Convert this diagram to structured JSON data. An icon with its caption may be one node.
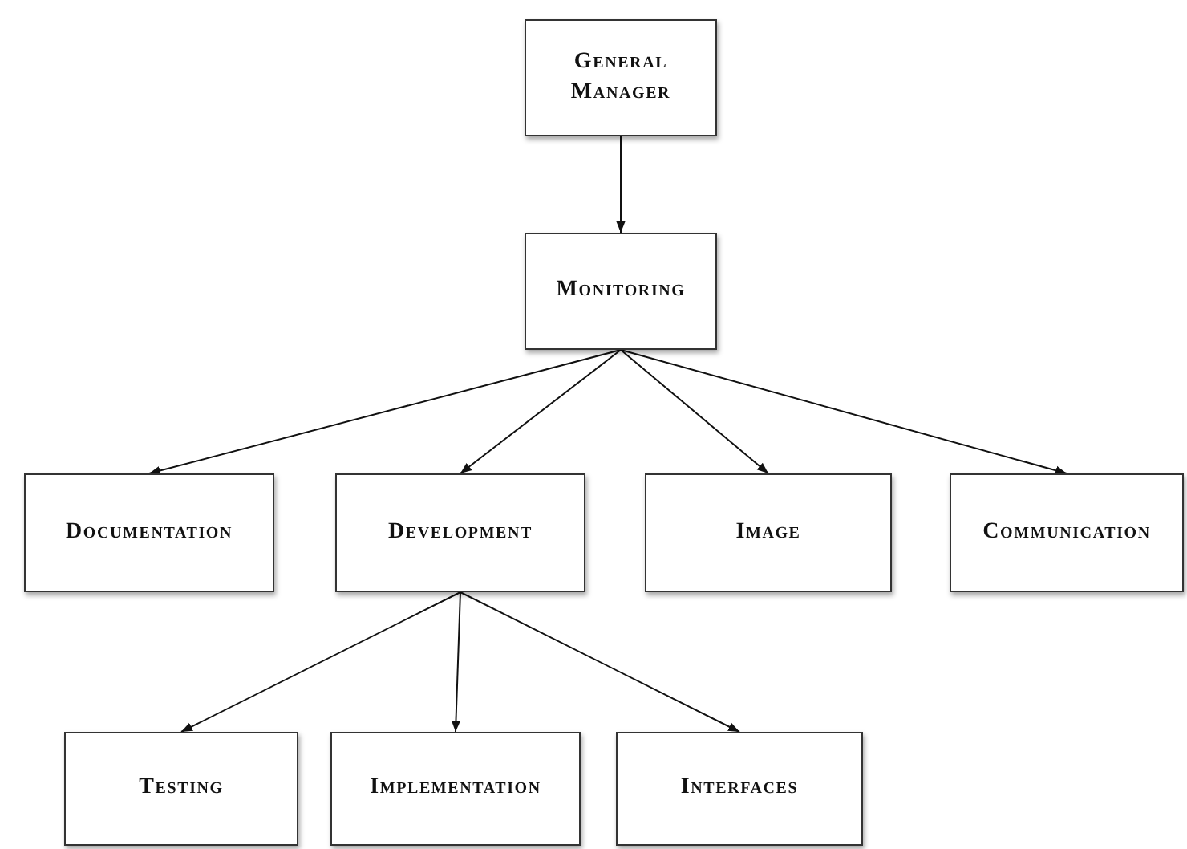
{
  "diagram": {
    "nodes": [
      {
        "text": [
          "General Manager"
        ]
      },
      {
        "text": [
          "Monitoring"
        ]
      },
      {
        "text": [
          "Documentation"
        ]
      },
      {
        "text": [
          "Development"
        ]
      },
      {
        "text": [
          "Image"
        ]
      },
      {
        "text": [
          "Communication"
        ]
      },
      {
        "text": [
          "Testing"
        ]
      },
      {
        "text": [
          "Implementation"
        ]
      },
      {
        "text": [
          "Interfaces"
        ]
      }
    ],
    "edges": [
      {
        "from": 0,
        "to": 1,
        "arrow": "to"
      },
      {
        "from": 1,
        "to": 2,
        "arrow": "to"
      },
      {
        "from": 1,
        "to": 3,
        "arrow": "to"
      },
      {
        "from": 1,
        "to": 4,
        "arrow": "to"
      },
      {
        "from": 1,
        "to": 5,
        "arrow": "to"
      },
      {
        "from": 3,
        "to": 6,
        "arrow": "to"
      },
      {
        "from": 3,
        "to": 7,
        "arrow": "to"
      },
      {
        "from": 3,
        "to": 8,
        "arrow": "to"
      }
    ]
  }
}
